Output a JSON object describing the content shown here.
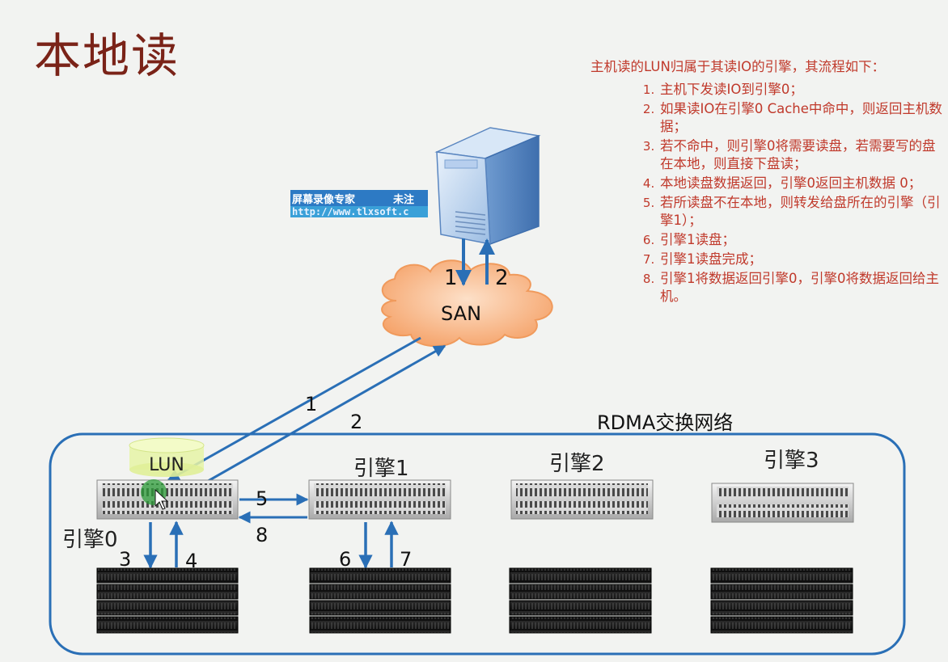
{
  "title": "本地读",
  "notes": {
    "intro": "主机读的LUN归属于其读IO的引擎，其流程如下：",
    "steps": [
      "主机下发读IO到引擎0；",
      "如果读IO在引擎0 Cache中命中，则返回主机数据；",
      "若不命中，则引擎0将需要读盘，若需要写的盘在本地，则直接下盘读；",
      "本地读盘数据返回，引擎0返回主机数据 0；",
      "若所读盘不在本地，则转发给盘所在的引擎（引擎1）；",
      "引擎1读盘；",
      "引擎1读盘完成；",
      "引擎1将数据返回引擎0，引擎0将数据返回给主机。"
    ]
  },
  "watermark": {
    "line1": "屏幕录像专家      未注",
    "line2": "http://www.tlxsoft.c"
  },
  "diagram": {
    "san_label": "SAN",
    "network_label": "RDMA交换网络",
    "lun_label": "LUN",
    "engines": [
      "引擎0",
      "引擎1",
      "引擎2",
      "引擎3"
    ],
    "arrow_labels": [
      "1",
      "2",
      "1",
      "2",
      "3",
      "4",
      "5",
      "6",
      "7",
      "8"
    ]
  },
  "colors": {
    "title": "#7a2318",
    "notes": "#c0392b",
    "arrow": "#2a6fb6",
    "network_border": "#2a6fb6",
    "san_fill": "#f7b98a"
  }
}
